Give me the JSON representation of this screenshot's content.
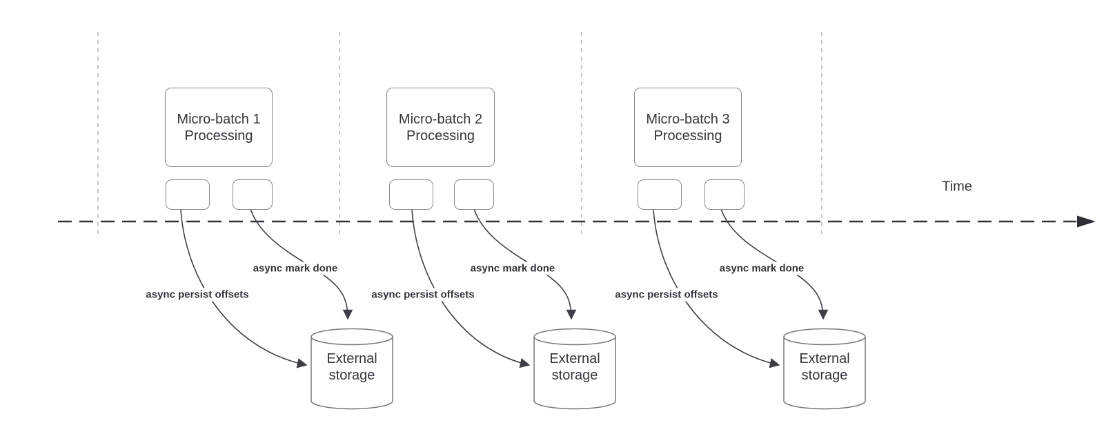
{
  "diagram": {
    "time_axis": {
      "label": "Time"
    },
    "groups": [
      {
        "box_label": "Micro-batch 1\nProcessing",
        "persist_arrow_label": "async persist offsets",
        "mark_done_arrow_label": "async mark done",
        "storage_label": "External\nstorage"
      },
      {
        "box_label": "Micro-batch 2\nProcessing",
        "persist_arrow_label": "async persist offsets",
        "mark_done_arrow_label": "async mark done",
        "storage_label": "External\nstorage"
      },
      {
        "box_label": "Micro-batch 3\nProcessing",
        "persist_arrow_label": "async persist offsets",
        "mark_done_arrow_label": "async mark done",
        "storage_label": "External\nstorage"
      }
    ],
    "colors": {
      "shape_border": "#85888d",
      "arrow": "#3c4046",
      "time_axis": "#2d3036",
      "boundary_line": "#b4b7bb",
      "text": "#33363c",
      "background": "#ffffff"
    }
  }
}
